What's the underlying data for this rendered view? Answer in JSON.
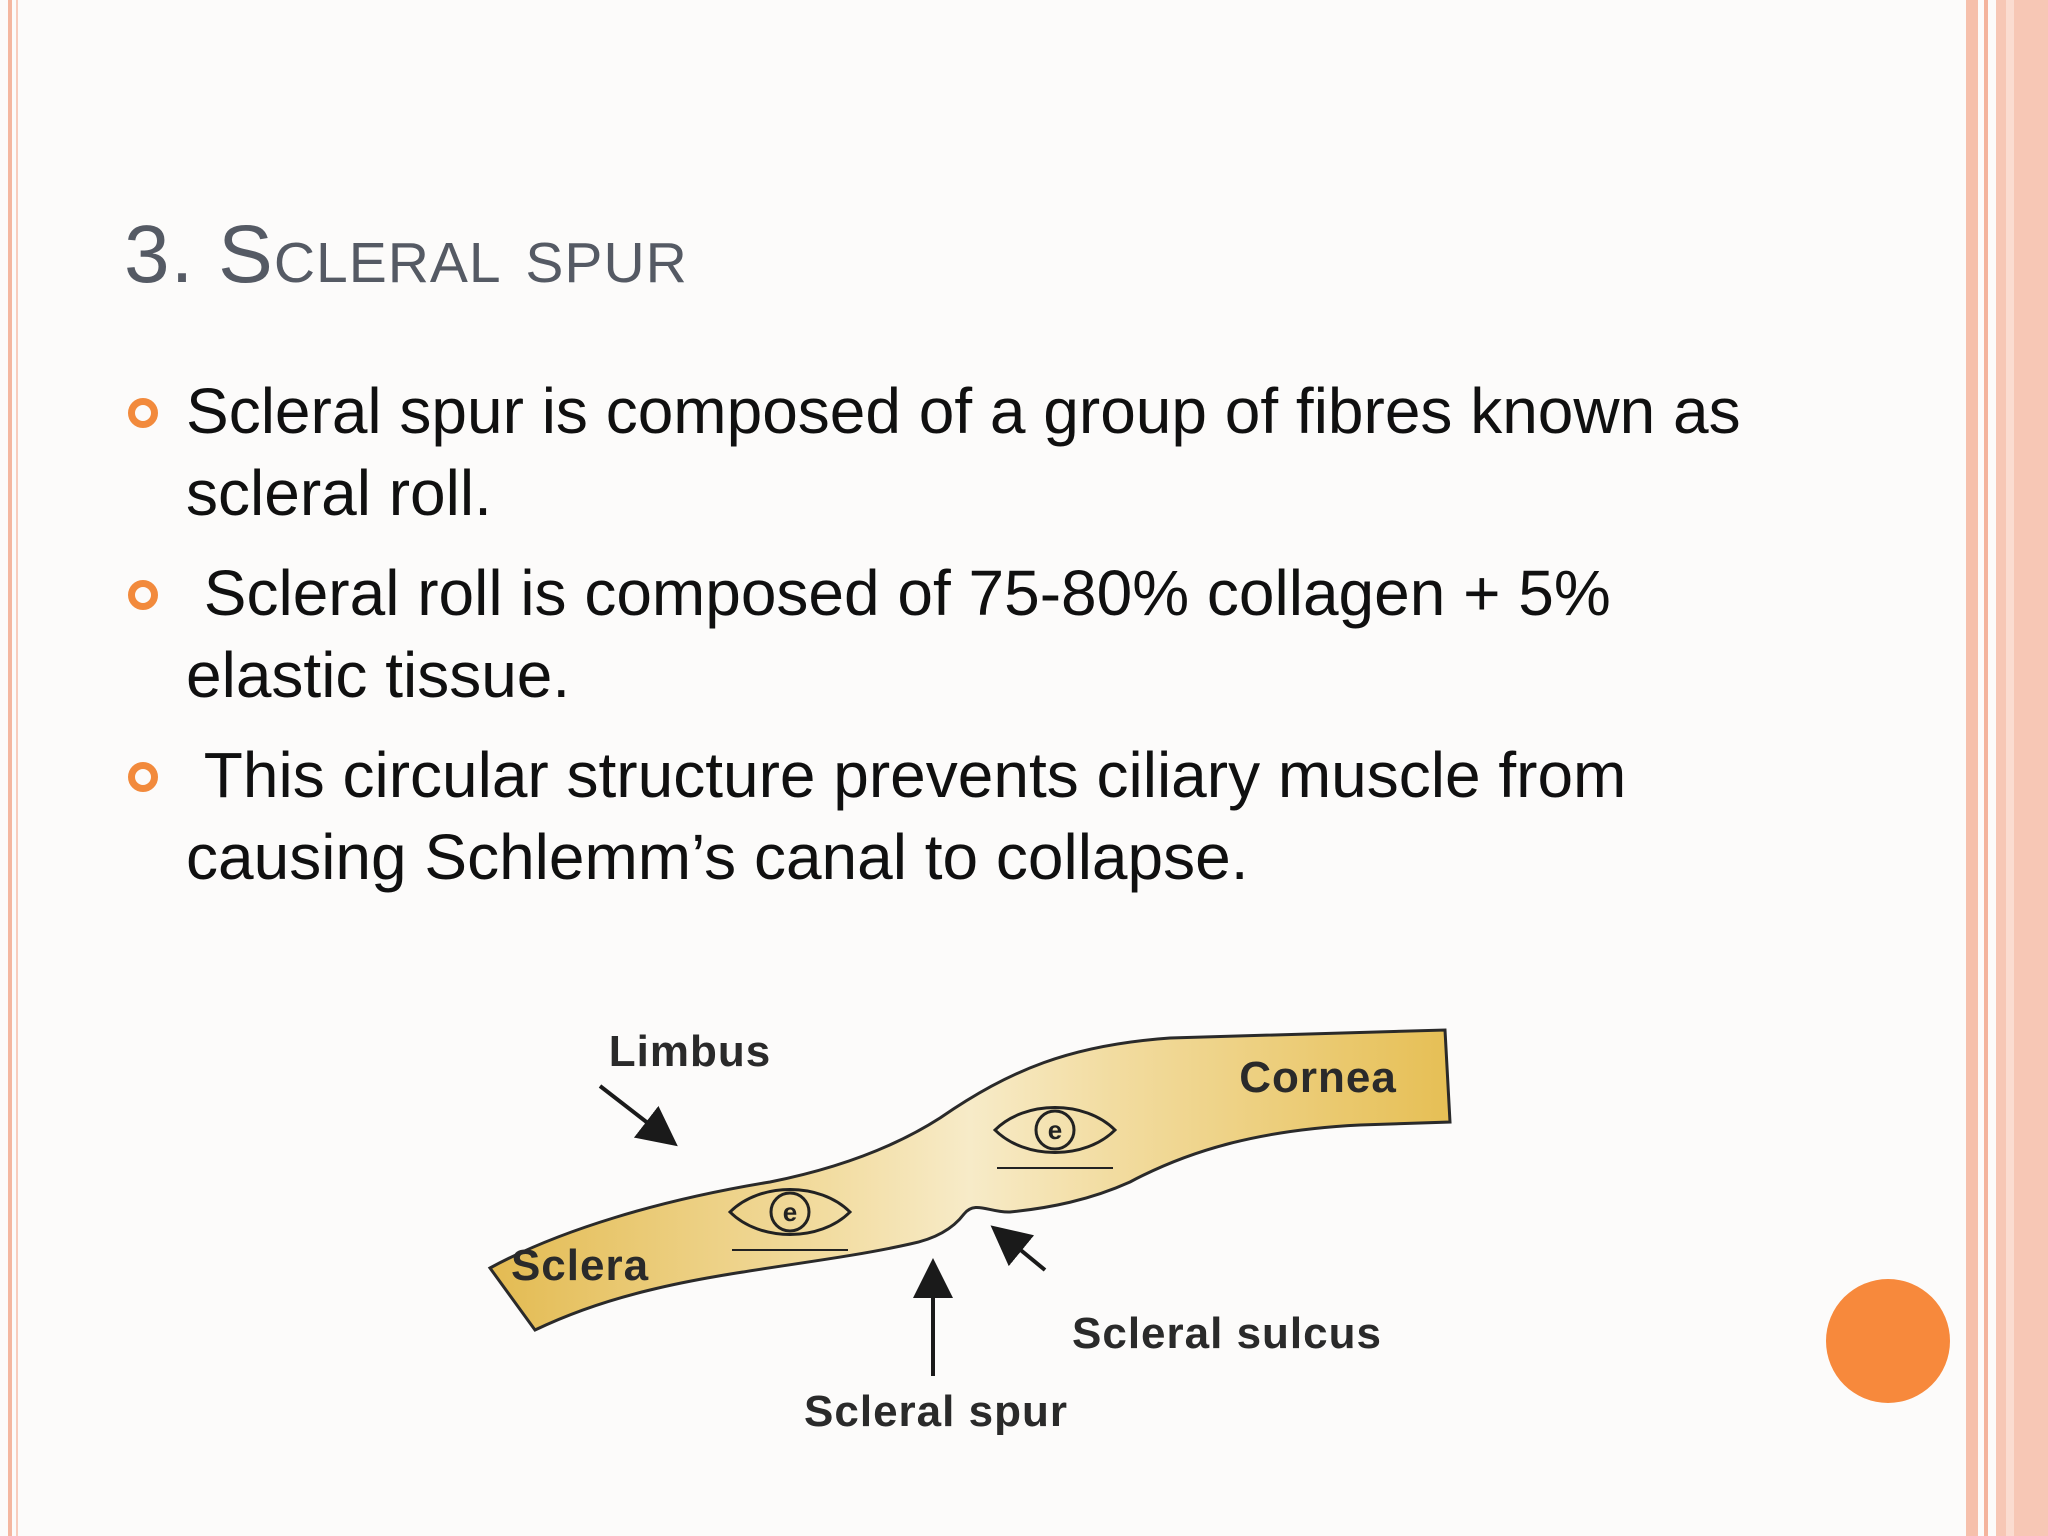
{
  "slide": {
    "title": "3. Scleral spur",
    "bullets": [
      "Scleral spur is composed of a group of fibres known as scleral roll.",
      " Scleral roll is composed of 75-80% collagen + 5% elastic tissue.",
      " This circular structure prevents ciliary muscle from causing Schlemm’s canal to collapse."
    ]
  },
  "diagram": {
    "labels": {
      "limbus": "Limbus",
      "cornea": "Cornea",
      "sclera": "Sclera",
      "scleral_sulcus": "Scleral sulcus",
      "scleral_spur": "Scleral spur"
    }
  },
  "colors": {
    "accent": "#f28a3c",
    "title": "#555a64",
    "tissue": "#e9c66a",
    "frame": "#f6c0ab"
  },
  "icons": [
    "bullet-ring-icon",
    "eye-logo-icon",
    "arrow-icon"
  ]
}
